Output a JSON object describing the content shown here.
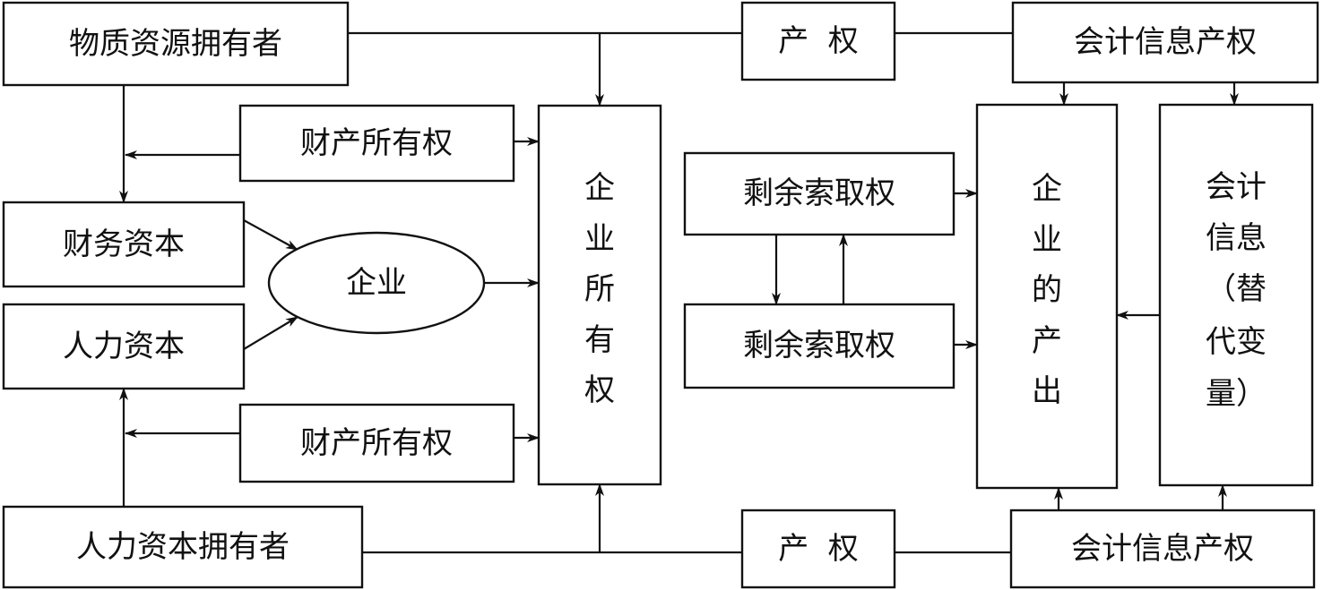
{
  "nodes": {
    "material_owner": "物质资源拥有者",
    "property_rights_top": "产  权",
    "accounting_info_rights_top": "会计信息产权",
    "property_ownership_top": "财产所有权",
    "enterprise_ownership": [
      "企",
      "业",
      "所",
      "有",
      "权"
    ],
    "residual_claim_top": "剩余索取权",
    "enterprise_output": [
      "企",
      "业",
      "的",
      "产",
      "出"
    ],
    "accounting_info_proxy": [
      "会计",
      "信息",
      "（替",
      "代变",
      "量）"
    ],
    "financial_capital": "财务资本",
    "enterprise": "企业",
    "residual_claim_bottom": "剩余索取权",
    "human_capital": "人力资本",
    "property_ownership_bottom": "财产所有权",
    "human_capital_owner": "人力资本拥有者",
    "property_rights_bottom": "产  权",
    "accounting_info_rights_bottom": "会计信息产权"
  },
  "colors": {
    "stroke": "#111111",
    "fill": "#ffffff"
  }
}
